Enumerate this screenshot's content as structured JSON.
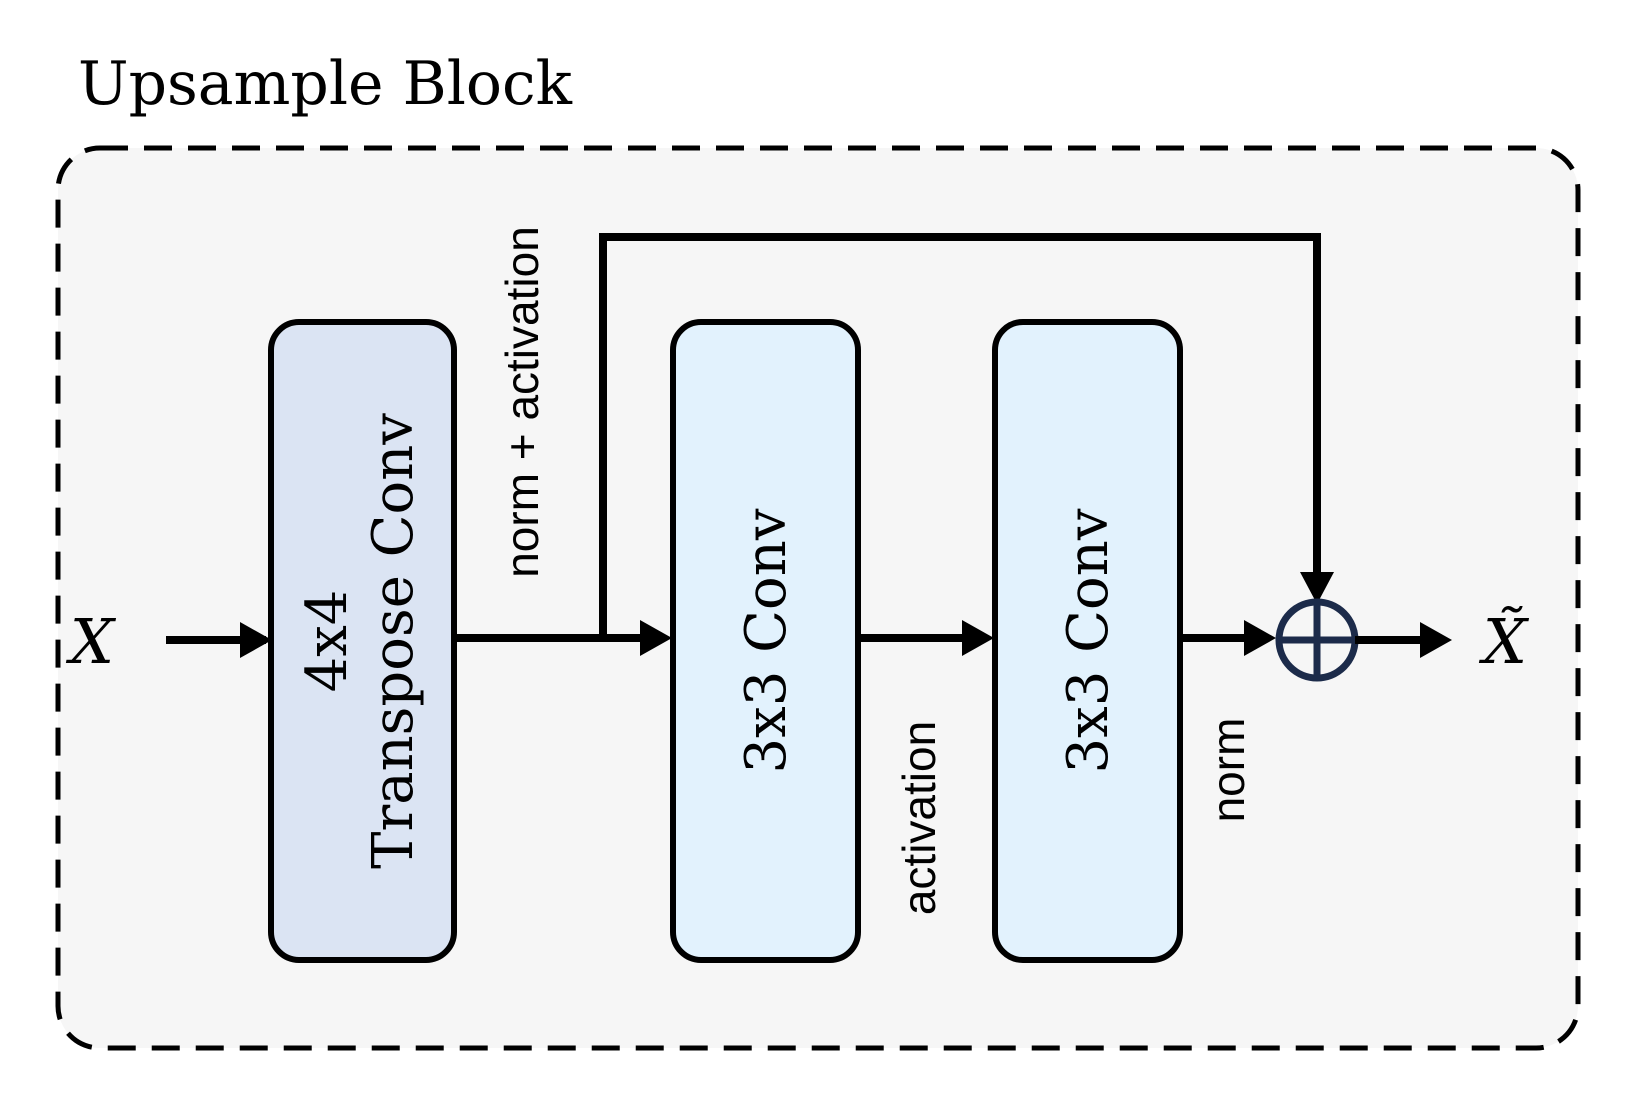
{
  "title": "Upsample Block",
  "input_label": "X",
  "output_label": "X̃",
  "blocks": [
    {
      "line1": "4x4",
      "line2": "Transpose Conv",
      "fill": "#dbe4f3"
    },
    {
      "line1": "3x3 Conv",
      "fill": "#e2f2fd"
    },
    {
      "line1": "3x3 Conv",
      "fill": "#e2f2fd"
    }
  ],
  "edge_labels": {
    "after_transpose": "norm + activation",
    "between_convs": "activation",
    "after_last_conv": "norm"
  },
  "colors": {
    "container_fill": "#f6f6f6",
    "stroke": "#000000",
    "adder_stroke": "#1c2b4a"
  },
  "icons": {
    "adder": "circled-plus-icon"
  }
}
